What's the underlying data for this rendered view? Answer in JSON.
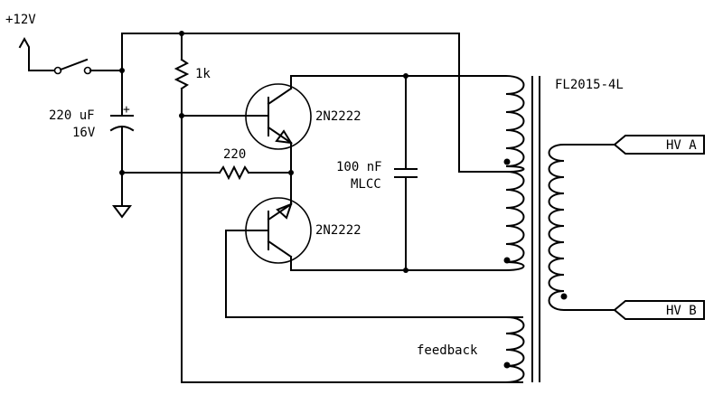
{
  "labels": {
    "supply": "+12V",
    "resistor_1k": "1k",
    "cap_value": "220 uF",
    "cap_voltage": "16V",
    "transistor_top": "2N2222",
    "transistor_bottom": "2N2222",
    "resistor_220": "220",
    "mlcc_value": "100 nF",
    "mlcc_type": "MLCC",
    "transformer": "FL2015-4L",
    "hv_a": "HV A",
    "hv_b": "HV B",
    "feedback": "feedback"
  }
}
